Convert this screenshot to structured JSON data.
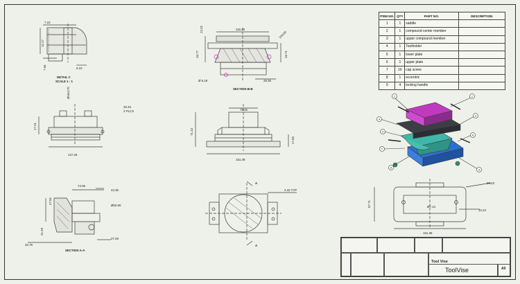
{
  "detail": {
    "label1": "DETAIL C",
    "label2": "SCALE 1 : 1",
    "dims": [
      "7.22",
      "12.17",
      "7.94",
      "6.22"
    ]
  },
  "section_b": {
    "label": "SECTION B-B",
    "dims": [
      "116.30",
      "12.22",
      "100.60",
      "16.77",
      "16.71",
      "26.36",
      "Ø 5.18"
    ]
  },
  "front_view": {
    "dims": [
      "Ø16x170",
      "30.34",
      "2 PLCS",
      "17.21",
      "127.25"
    ]
  },
  "center_view": {
    "dims": [
      "75.26",
      "71.13",
      "17.83",
      "161.39"
    ]
  },
  "section_a": {
    "label": "SECTION A-A",
    "dims": [
      "74.05",
      "42.35",
      "Ø50.80",
      "27.52",
      "27.29",
      "21.29",
      "32.79"
    ]
  },
  "top_view": {
    "dims": [
      "A",
      "A",
      "4.32 TYP"
    ]
  },
  "right_top_view": {
    "dims": [
      "99.23",
      "57.71",
      "Ø7.14",
      "10.24",
      "161.35"
    ]
  },
  "bom": {
    "headers": [
      "ITEM NO.",
      "QTY",
      "PART NO.",
      "DESCRIPTION"
    ],
    "rows": [
      {
        "n": "1",
        "q": "1",
        "p": "saddle"
      },
      {
        "n": "2",
        "q": "1",
        "p": "compound center member"
      },
      {
        "n": "3",
        "q": "1",
        "p": "upper compound member"
      },
      {
        "n": "4",
        "q": "1",
        "p": "Toolholder"
      },
      {
        "n": "5",
        "q": "1",
        "p": "lower plate"
      },
      {
        "n": "6",
        "q": "1",
        "p": "upper plate"
      },
      {
        "n": "7",
        "q": "16",
        "p": "cap screw"
      },
      {
        "n": "8",
        "q": "1",
        "p": "eccentric"
      },
      {
        "n": "9",
        "q": "4",
        "p": "locking handle"
      }
    ]
  },
  "balloons": [
    "1",
    "2",
    "3",
    "4",
    "5",
    "6",
    "7",
    "8",
    "9"
  ],
  "title_block": {
    "title_small": "Tool Vise",
    "dwg_name": "ToolVise",
    "size": "A0"
  },
  "colors": {
    "magenta": "#c03ac0",
    "teal": "#3fb6a8",
    "blue": "#2c6fd1",
    "dark": "#3b3f45",
    "green": "#2f8f6a"
  }
}
